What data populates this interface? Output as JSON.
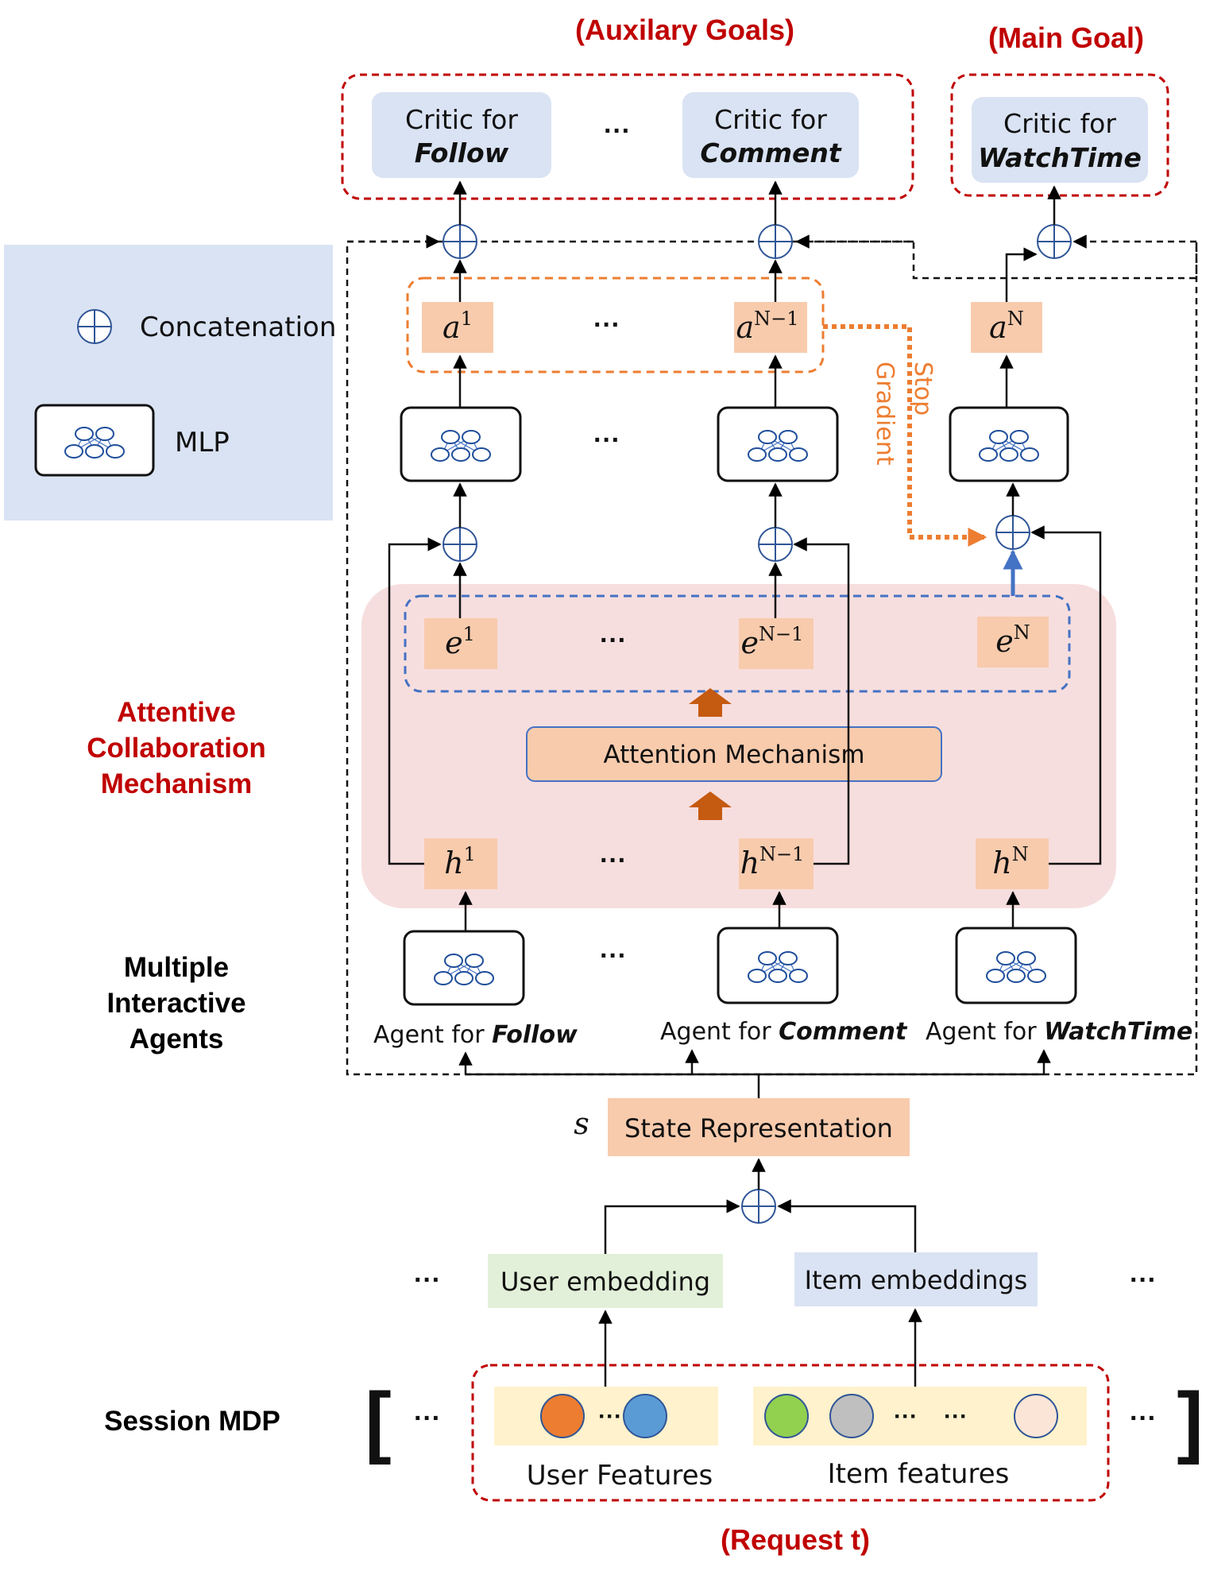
{
  "titles": {
    "auxiliary_goals": "(Auxilary Goals)",
    "main_goal": "(Main Goal)",
    "request": "(Request t)"
  },
  "legend": {
    "concatenation": "Concatenation",
    "mlp": "MLP"
  },
  "critics": [
    {
      "line1": "Critic for",
      "line2": "Follow"
    },
    {
      "line1": "Critic for",
      "line2": "Comment"
    },
    {
      "line1": "Critic for",
      "line2": "WatchTime"
    }
  ],
  "actions": [
    {
      "base": "a",
      "sup": "1"
    },
    {
      "base": "a",
      "sup": "N−1"
    },
    {
      "base": "a",
      "sup": "N"
    }
  ],
  "embeddings": [
    {
      "base": "e",
      "sup": "1"
    },
    {
      "base": "e",
      "sup": "N−1"
    },
    {
      "base": "e",
      "sup": "N"
    }
  ],
  "hidden": [
    {
      "base": "h",
      "sup": "1"
    },
    {
      "base": "h",
      "sup": "N−1"
    },
    {
      "base": "h",
      "sup": "N"
    }
  ],
  "stop_gradient": {
    "line1": "Stop",
    "line2": "Gradient"
  },
  "attention_label": "Attention Mechanism",
  "side_labels": {
    "attentive": [
      "Attentive",
      "Collaboration",
      "Mechanism"
    ],
    "agents": [
      "Multiple",
      "Interactive",
      "Agents"
    ],
    "session": "Session MDP"
  },
  "agents": [
    {
      "prefix": "Agent for ",
      "name": "Follow"
    },
    {
      "prefix": "Agent for ",
      "name": "Comment"
    },
    {
      "prefix": "Agent for ",
      "name": "WatchTime"
    }
  ],
  "state": {
    "symbol": "s",
    "label": "State Representation"
  },
  "user_embedding": "User embedding",
  "item_embeddings": "Item embeddings",
  "user_features": "User Features",
  "item_features": "Item features",
  "ellipsis": "···",
  "bracket_open": "[",
  "bracket_close": "]",
  "colors": {
    "red": "#c00000",
    "orange": "#ed7d31",
    "blue_dash": "#4472c4",
    "salmon": "#f8cbad",
    "critic_fill": "#dae3f3",
    "attn_region": "#f7dede"
  }
}
